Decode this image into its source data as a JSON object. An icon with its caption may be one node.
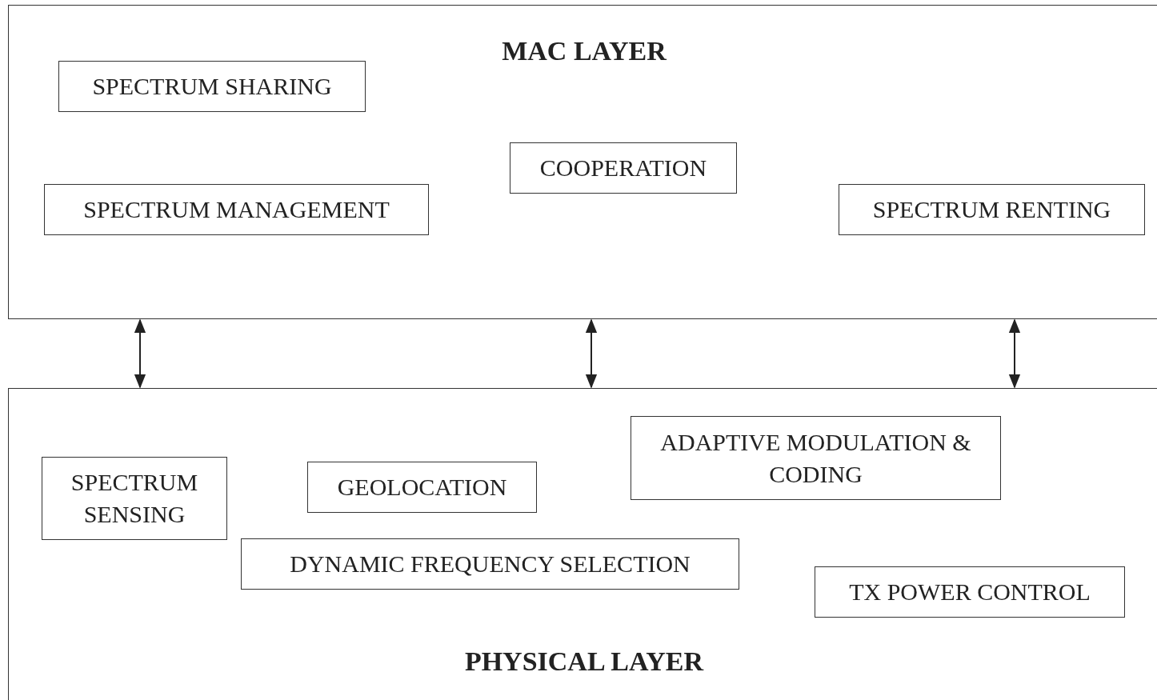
{
  "diagram": {
    "nodes": [
      {
        "text": [
          "MAC LAYER"
        ]
      },
      {
        "text": [
          "SPECTRUM SHARING"
        ],
        "in": 0
      },
      {
        "text": [
          "COOPERATION"
        ],
        "in": 0
      },
      {
        "text": [
          "SPECTRUM MANAGEMENT"
        ],
        "in": 0
      },
      {
        "text": [
          "SPECTRUM RENTING"
        ],
        "in": 0
      },
      {
        "text": [
          "PHYSICAL LAYER"
        ]
      },
      {
        "text": [
          "ADAPTIVE MODULATION & CODING"
        ],
        "in": 5
      },
      {
        "text": [
          "SPECTRUM SENSING"
        ],
        "in": 5
      },
      {
        "text": [
          "GEOLOCATION"
        ],
        "in": 5
      },
      {
        "text": [
          "DYNAMIC FREQUENCY SELECTION"
        ],
        "in": 5
      },
      {
        "text": [
          "TX POWER CONTROL"
        ],
        "in": 5
      }
    ],
    "edges": [
      {
        "from": 0,
        "to": 5,
        "arrow": "both"
      },
      {
        "from": 0,
        "to": 5,
        "arrow": "both"
      },
      {
        "from": 0,
        "to": 5,
        "arrow": "both"
      }
    ]
  }
}
